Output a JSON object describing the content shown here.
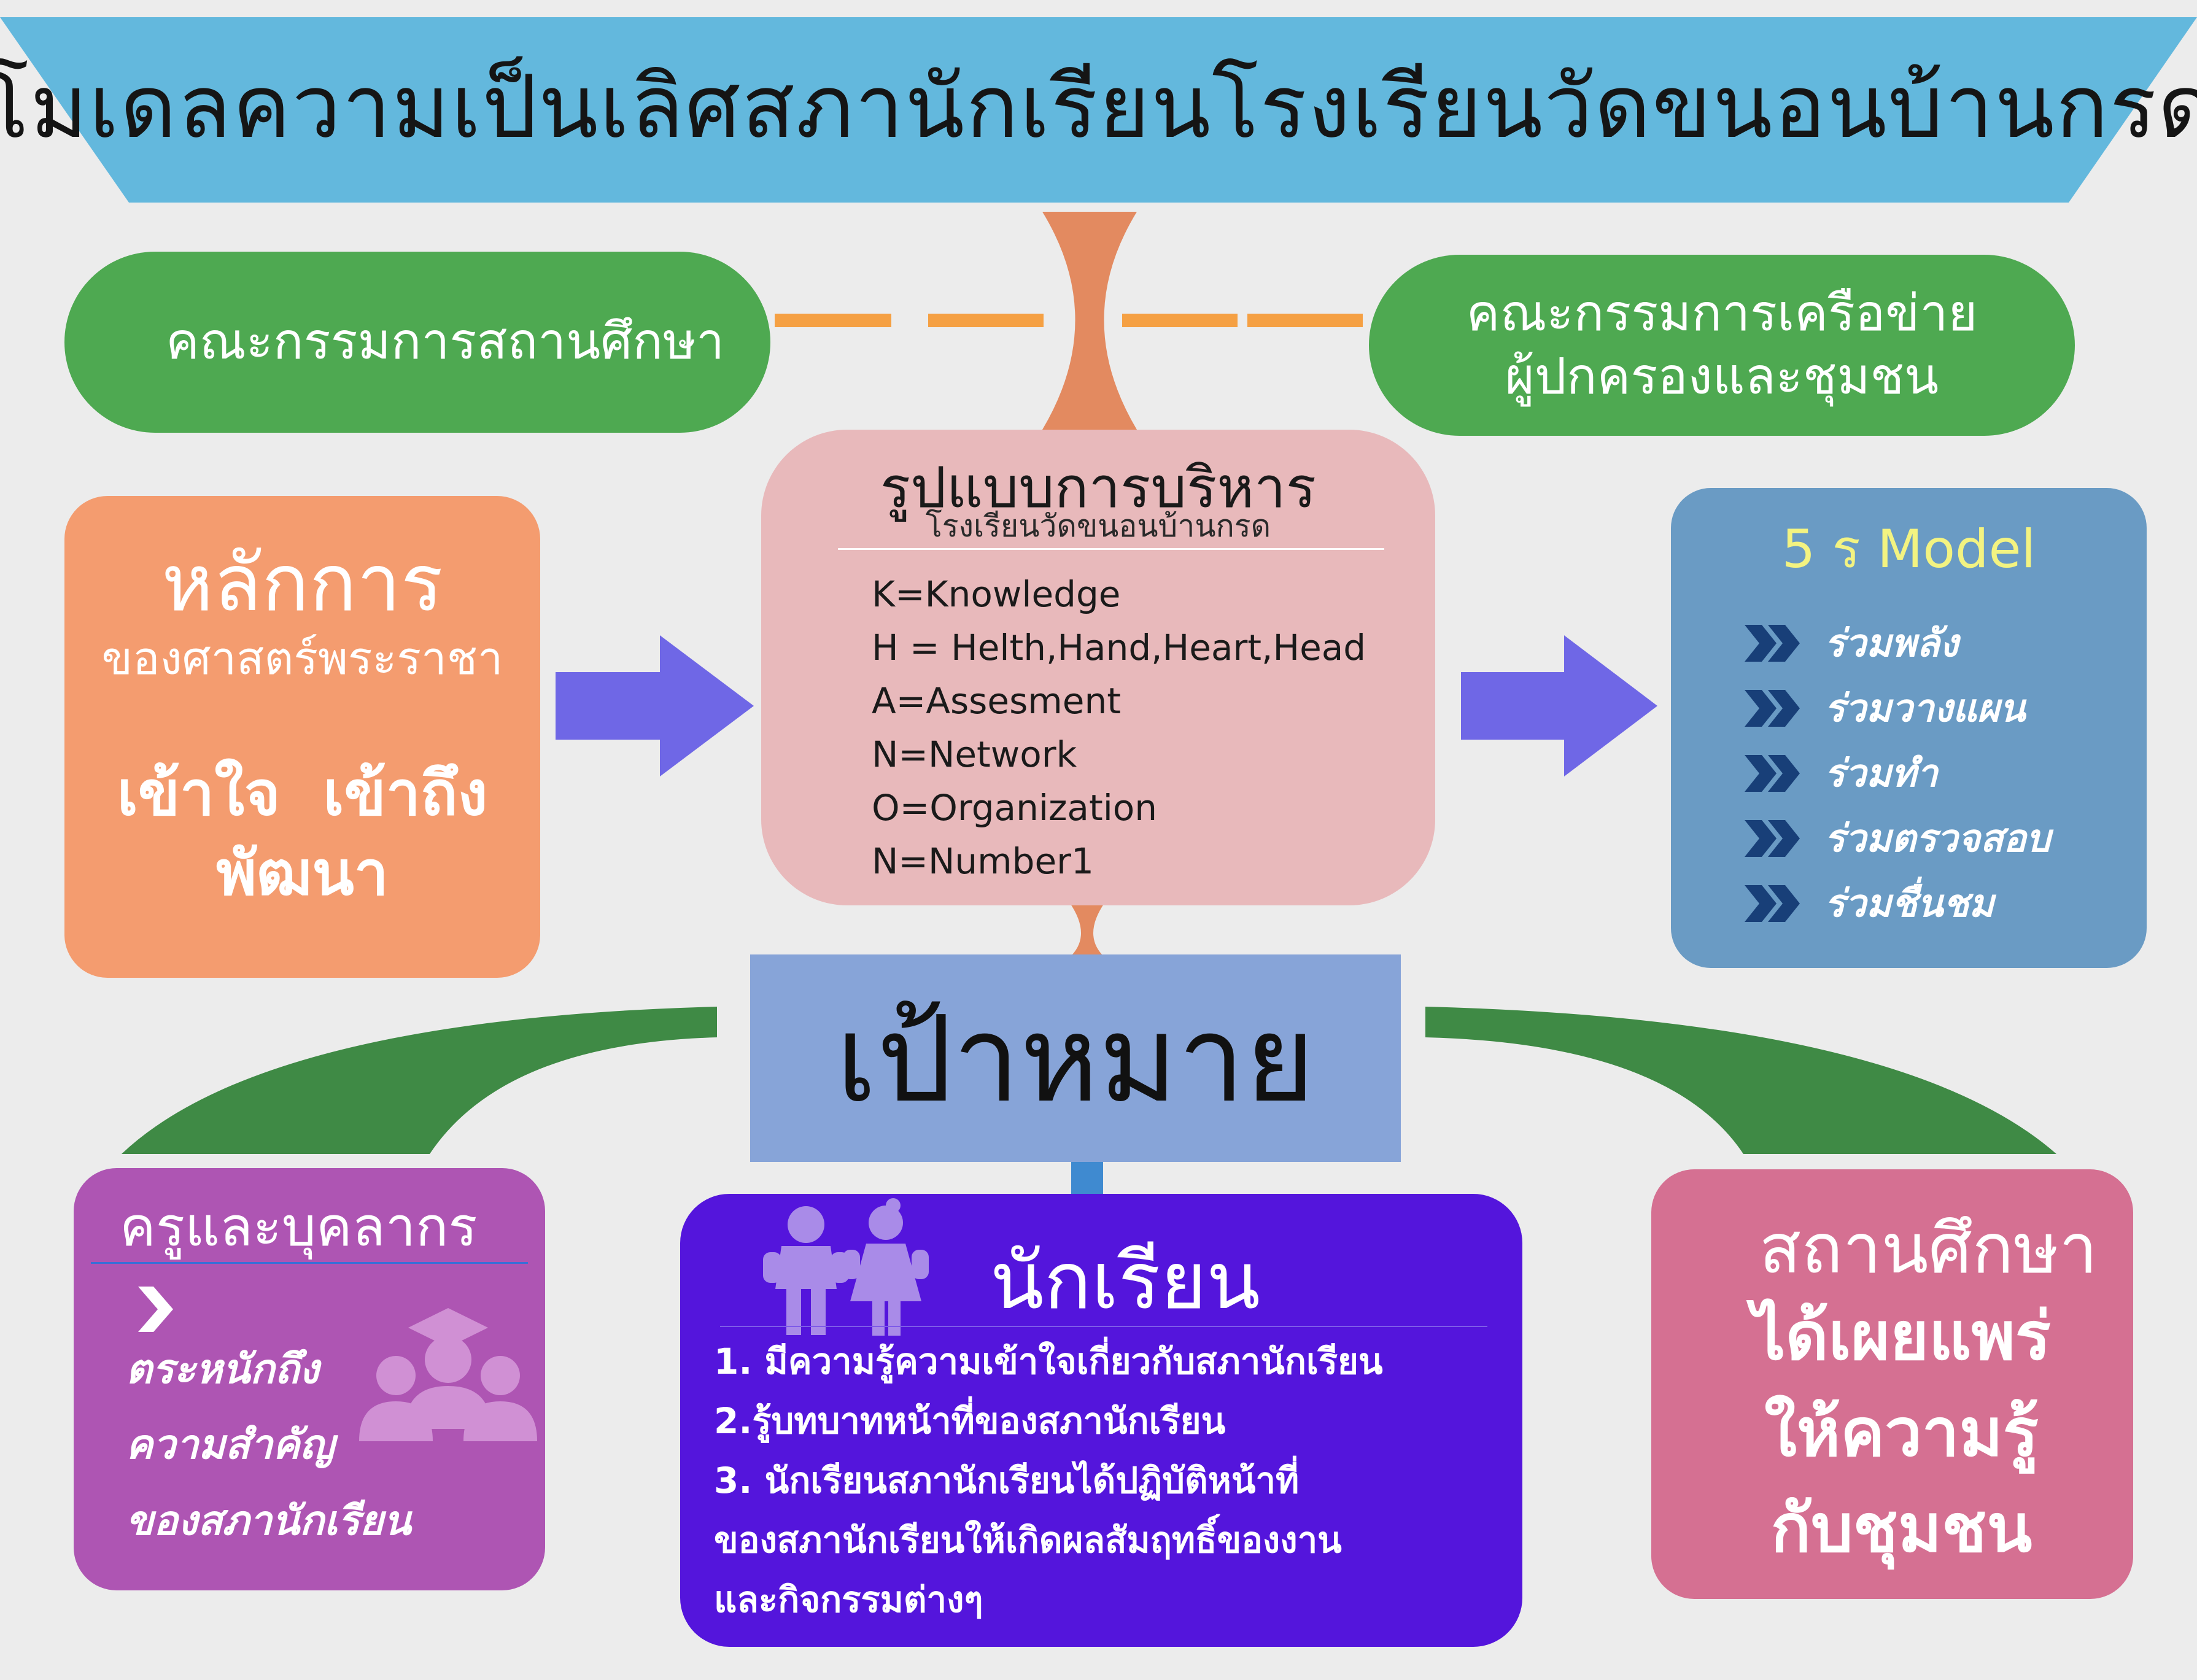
{
  "title": "โมเดลความเป็นเลิศสภานักเรียนโรงเรียนวัดขนอนบ้านกรด",
  "committees": {
    "school": "คณะกรรมการสถานศึกษา",
    "network_line1": "คณะกรรมการเครือข่าย",
    "network_line2": "ผู้ปกครองและชุมชน"
  },
  "principle": {
    "heading": "หลักการ",
    "subheading": "ของศาสตร์พระราชา",
    "line1": "เข้าใจ  เข้าถึง",
    "line2": "พัฒนา"
  },
  "management": {
    "title": "รูปแบบการบริหาร",
    "subtitle": "โรงเรียนวัดขนอนบ้านกรด",
    "items": [
      "K=Knowledge",
      "H = Helth,Hand,Heart,Head",
      "A=Assesment",
      "N=Network",
      "O=Organization",
      "N=Number1"
    ]
  },
  "model": {
    "title": "5 ร Model",
    "items": [
      "ร่วมพลัง",
      "ร่วมวางแผน",
      "ร่วมทำ",
      "ร่วมตรวจสอบ",
      "ร่วมชื่นชม"
    ]
  },
  "goal": "เป้าหมาย",
  "staff": {
    "title": "ครูและบุคลากร",
    "lines": [
      "ตระหนักถึง",
      "ความสำคัญ",
      "ของสภานักเรียน"
    ]
  },
  "students": {
    "title": "นักเรียน",
    "items": [
      "1. มีความรู้ความเข้าใจเกี่ยวกับสภานักเรียน",
      "2.รู้บทบาทหน้าที่ของสภานักเรียน",
      "3. นักเรียนสภานักเรียนได้ปฏิบัติหน้าที่",
      "ของสภานักเรียนให้เกิดผลสัมฤทธิ์ของงาน",
      "และกิจกรรมต่างๆ"
    ]
  },
  "institution": {
    "title": "สถานศึกษา",
    "line1": "ได้เผยแพร่",
    "line2": "ให้ความรู้",
    "line3": "กับชุมชน"
  },
  "colors": {
    "banner": "#63b8dd",
    "green": "#4ea951",
    "orange": "#f49c6f",
    "pink": "#e8b9bb",
    "blue_box": "#6a9bc4",
    "goal": "#87a4d8",
    "staff": "#ae55b3",
    "student": "#5415dc",
    "institution": "#d57092",
    "arrow": "#6f67e6"
  }
}
